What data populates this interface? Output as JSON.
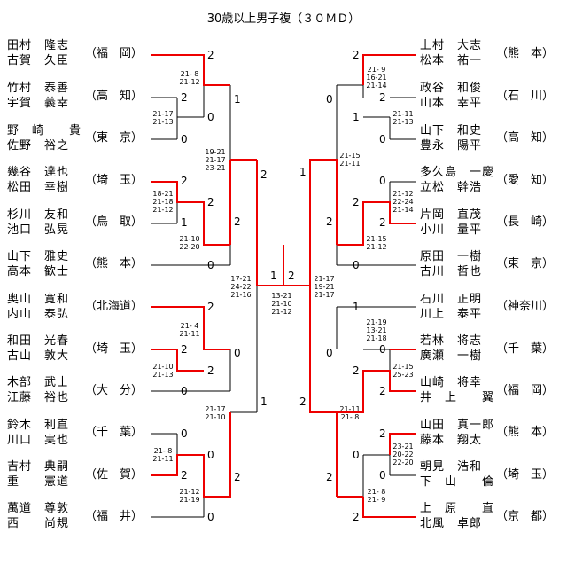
{
  "title": "30歳以上男子複（３０ＭＤ）",
  "left_pairs": [
    {
      "p1": "田村　隆志",
      "p2": "古賀　久臣",
      "pref": "（福　岡）"
    },
    {
      "p1": "竹村　泰善",
      "p2": "宇賀　義幸",
      "pref": "（高　知）"
    },
    {
      "p1": "野　崎　　貴",
      "p2": "佐野　裕之",
      "pref": "（東　京）"
    },
    {
      "p1": "幾谷　達也",
      "p2": "松田　幸樹",
      "pref": "（埼　玉）"
    },
    {
      "p1": "杉川　友和",
      "p2": "池口　弘晃",
      "pref": "（鳥　取）"
    },
    {
      "p1": "山下　雅史",
      "p2": "高本　歓士",
      "pref": "（熊　本）"
    },
    {
      "p1": "奥山　寛和",
      "p2": "内山　泰弘",
      "pref": "（北海道）"
    },
    {
      "p1": "和田　光春",
      "p2": "古山　敦大",
      "pref": "（埼　玉）"
    },
    {
      "p1": "木部　武士",
      "p2": "江藤　裕也",
      "pref": "（大　分）"
    },
    {
      "p1": "鈴木　利直",
      "p2": "川口　実也",
      "pref": "（千　葉）"
    },
    {
      "p1": "吉村　典嗣",
      "p2": "重　　憲道",
      "pref": "（佐　賀）"
    },
    {
      "p1": "萬道　尊敦",
      "p2": "西　　尚規",
      "pref": "（福　井）"
    }
  ],
  "right_pairs": [
    {
      "p1": "上村　大志",
      "p2": "松本　祐一",
      "pref": "（熊　本）"
    },
    {
      "p1": "政谷　和俊",
      "p2": "山本　幸平",
      "pref": "（石　川）"
    },
    {
      "p1": "山下　和史",
      "p2": "豊永　陽平",
      "pref": "（高　知）"
    },
    {
      "p1": "多久島　一慶",
      "p2": "立松　幹浩",
      "pref": "（愛　知）"
    },
    {
      "p1": "片岡　直茂",
      "p2": "小川　量平",
      "pref": "（長　崎）"
    },
    {
      "p1": "原田　一樹",
      "p2": "古川　哲也",
      "pref": "（東　京）"
    },
    {
      "p1": "石川　正明",
      "p2": "川上　泰平",
      "pref": "（神奈川）"
    },
    {
      "p1": "若林　将志",
      "p2": "廣瀬　一樹",
      "pref": "（千　葉）"
    },
    {
      "p1": "山崎　将幸",
      "p2": "井　上　　翼",
      "pref": "（福　岡）"
    },
    {
      "p1": "山田　真一郎",
      "p2": "藤本　翔太",
      "pref": "（熊　本）"
    },
    {
      "p1": "朝見　浩和",
      "p2": "下　山　　倫",
      "pref": "（埼　玉）"
    },
    {
      "p1": "上　原　　直",
      "p2": "北風　卓郎",
      "pref": "（京　都）"
    }
  ],
  "scores": {
    "l_r1_a_top": "2",
    "l_r1_a_bot": "0",
    "l_r1_b_top": "2",
    "l_r1_b_bot": "0",
    "l_r2_a_top": "1",
    "l_r2_a_bot": "2",
    "l_r3_top": "2",
    "l_r1_c_top": "2",
    "l_r1_c_bot": "1",
    "l_r1_d_bot": "0",
    "l_r1_e_top": "2",
    "l_r1_f_top": "2",
    "l_r1_f_bot": "0",
    "l_r2_b_top": "0",
    "l_r1_g_top": "0",
    "l_r1_g_bot": "2",
    "l_r2_c_bot": "0",
    "l_r3_bot": "1",
    "final_left": "1",
    "final_right": "2",
    "r_r1_a_top": "2",
    "r_r1_a_bot": "0",
    "r_r1_b_top": "2",
    "r_r1_b_bot": "0",
    "r_r2_a_top": "0",
    "r_r2_a_bot": "1",
    "r_r3_top": "1",
    "r_r1_c_top": "0",
    "r_r1_c_bot": "2",
    "r_r2_b_top": "2",
    "r_r2_b_bot": "0",
    "r_r1_d_top": "1",
    "r_r1_d_bot": "0",
    "r_r1_e_top": "0",
    "r_r1_e_bot": "2",
    "r_r2_c_top": "2",
    "r_r2_c_bot": "0",
    "r_r1_f_top": "2",
    "r_r1_f_bot": "0",
    "r_r2_d_bot": "2",
    "r_r3_bot": "2"
  },
  "game_scores": {
    "l_a": "21- 8\n21-12",
    "l_b": "21-17\n21-13",
    "l_ab": "19-21\n21-17\n23-21",
    "l_c": "18-21\n21-18\n21-12",
    "l_cd": "21-10\n22-20",
    "l_semi1": "17-21\n24-22\n21-16",
    "l_e": "21- 4\n21-11",
    "l_f": "21-10\n21-13",
    "l_ef": "21-17\n21-10",
    "l_g": "21- 8\n21-11",
    "l_gh": "21-12\n21-19",
    "final": "13-21\n21-10\n21-12",
    "r_a": "21- 9\n16-21\n21-14",
    "r_b": "21-11\n21-13",
    "r_ab": "21-15\n21-11",
    "r_c": "21-12\n22-24\n21-14",
    "r_cd": "21-15\n21-12",
    "r_semi1": "21-17\n19-21\n21-17",
    "r_e": "21-19\n13-21\n21-18",
    "r_f": "21-15\n25-23",
    "r_ef": "21-11\n21- 8",
    "r_g": "23-21\n20-22\n22-20",
    "r_h": "21- 8\n21- 9"
  }
}
